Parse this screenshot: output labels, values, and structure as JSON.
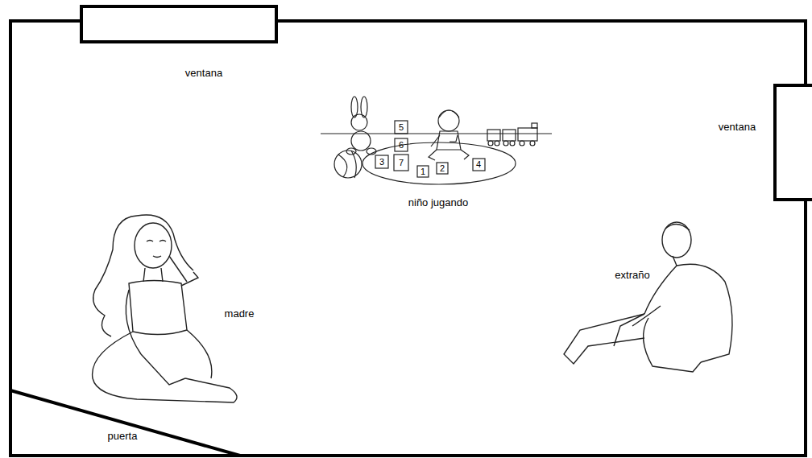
{
  "diagram": {
    "labels": [
      "ventana",
      "ventana",
      "5",
      "6",
      "3",
      "7",
      "1",
      "2",
      "4",
      "niño jugando",
      "madre",
      "extraño",
      "puerta"
    ]
  }
}
